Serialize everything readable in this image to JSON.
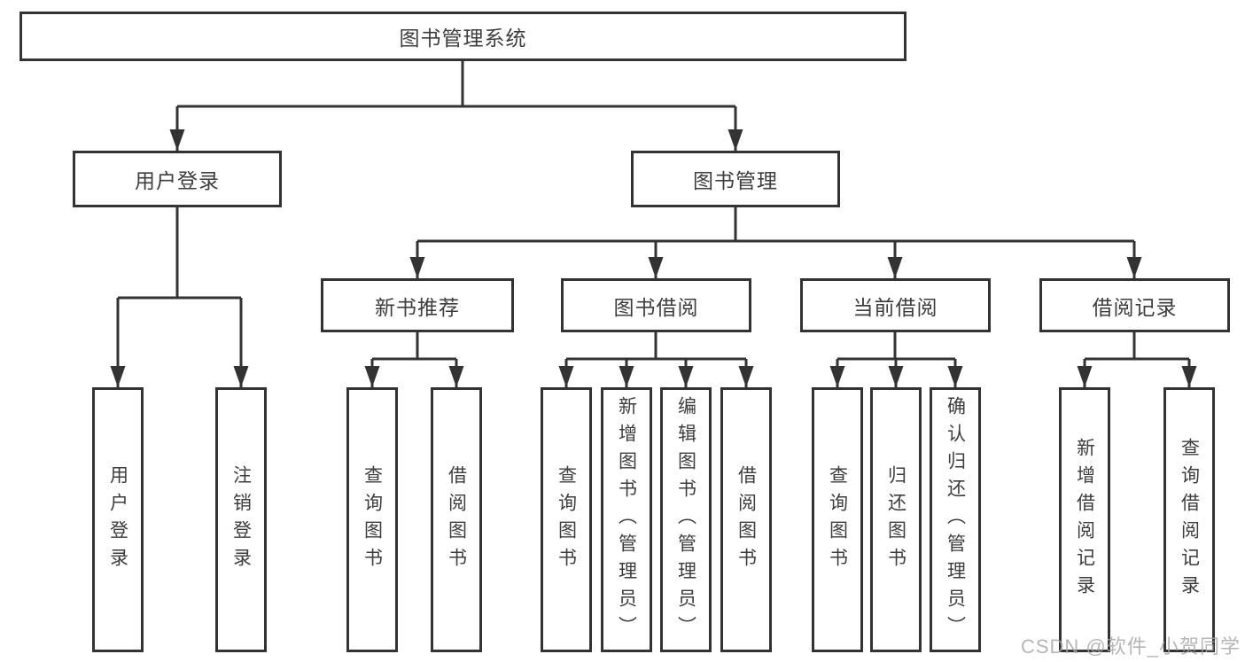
{
  "diagram": {
    "root": {
      "label": "图书管理系统"
    },
    "branches": [
      {
        "label": "用户登录",
        "children": [
          {
            "label": "用户登录"
          },
          {
            "label": "注销登录"
          }
        ]
      },
      {
        "label": "图书管理",
        "children": [
          {
            "label": "新书推荐",
            "children": [
              {
                "label": "查询图书"
              },
              {
                "label": "借阅图书"
              }
            ]
          },
          {
            "label": "图书借阅",
            "children": [
              {
                "label": "查询图书"
              },
              {
                "label": "新增图书（管理员）"
              },
              {
                "label": "编辑图书（管理员）"
              },
              {
                "label": "借阅图书"
              }
            ]
          },
          {
            "label": "当前借阅",
            "children": [
              {
                "label": "查询图书"
              },
              {
                "label": "归还图书"
              },
              {
                "label": "确认归还（管理员）"
              }
            ]
          },
          {
            "label": "借阅记录",
            "children": [
              {
                "label": "新增借阅记录"
              },
              {
                "label": "查询借阅记录"
              }
            ]
          }
        ]
      }
    ]
  },
  "watermark": "CSDN @软件_小贺同学",
  "colors": {
    "line": "#333333",
    "text": "#3d3d3d",
    "watermark": "#a5a5a5",
    "background": "#ffffff"
  }
}
